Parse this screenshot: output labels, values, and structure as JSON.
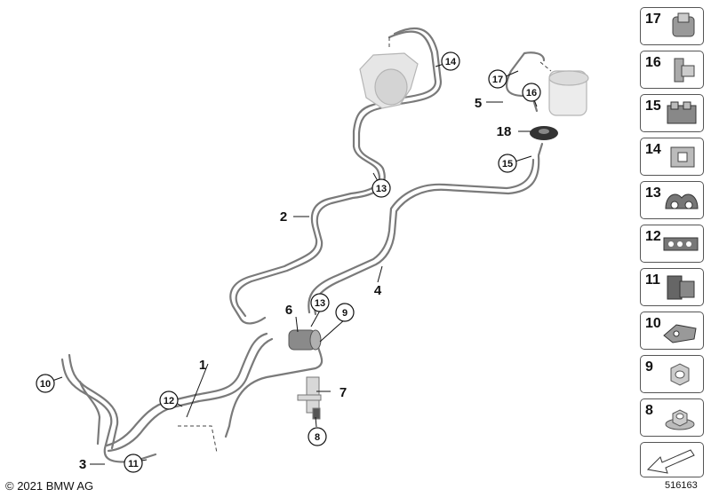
{
  "copyright": "© 2021 BMW AG",
  "diagram_id": "516163",
  "callouts": {
    "plain": [
      "1",
      "2",
      "3",
      "4",
      "5",
      "6",
      "7",
      "8",
      "18"
    ],
    "circled": [
      "9",
      "10",
      "11",
      "12",
      "13",
      "13",
      "14",
      "15",
      "16",
      "17"
    ]
  },
  "legend_items": [
    {
      "number": "17",
      "icon": "clip-17-icon"
    },
    {
      "number": "16",
      "icon": "clip-16-icon"
    },
    {
      "number": "15",
      "icon": "clip-15-icon"
    },
    {
      "number": "14",
      "icon": "clip-14-icon"
    },
    {
      "number": "13",
      "icon": "clip-13-icon"
    },
    {
      "number": "12",
      "icon": "clip-12-icon"
    },
    {
      "number": "11",
      "icon": "clip-11-icon"
    },
    {
      "number": "10",
      "icon": "bracket-10-icon"
    },
    {
      "number": "9",
      "icon": "hex-nut-9-icon"
    },
    {
      "number": "8",
      "icon": "flange-nut-8-icon"
    }
  ]
}
